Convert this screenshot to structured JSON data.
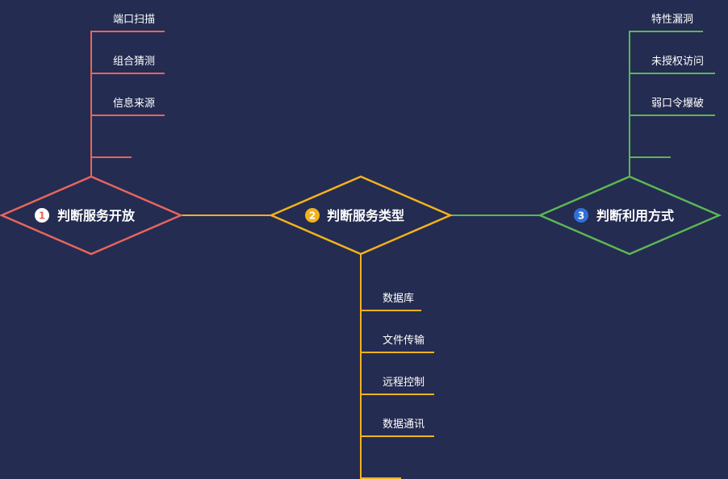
{
  "diagram": {
    "nodes": [
      {
        "num": "1",
        "label": "判断服务开放",
        "color": "#e8655c",
        "leaves": [
          "端口扫描",
          "组合猜测",
          "信息来源"
        ]
      },
      {
        "num": "2",
        "label": "判断服务类型",
        "color": "#f2b21b",
        "leaves": [
          "数据库",
          "文件传输",
          "远程控制",
          "数据通讯"
        ]
      },
      {
        "num": "3",
        "label": "判断利用方式",
        "color": "#5bb653",
        "leaves": [
          "特性漏洞",
          "未授权访问",
          "弱口令爆破"
        ]
      }
    ],
    "background": "#242c51"
  }
}
